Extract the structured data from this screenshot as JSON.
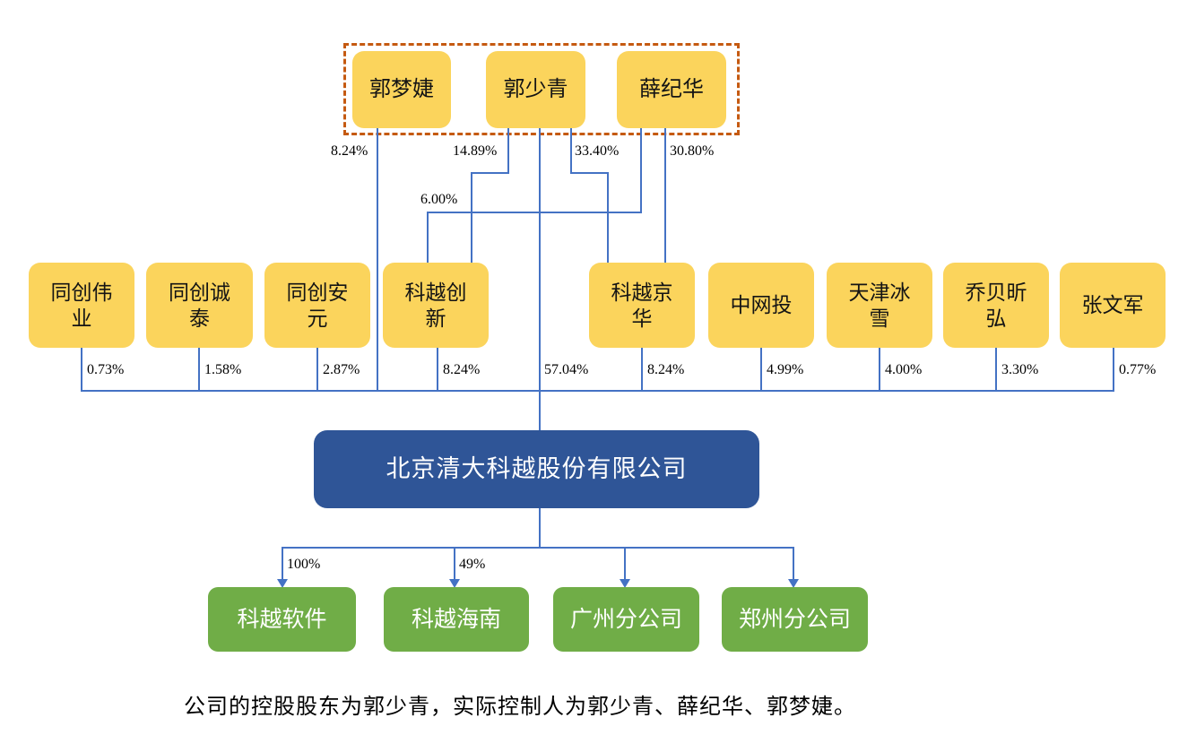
{
  "diagram_type": "equity-ownership-structure",
  "colors": {
    "shareholder_box_yellow": "#FBD45C",
    "company_box_blue": "#2F5597",
    "subsidiary_box_green": "#70AD47",
    "connector_blue": "#4472C4",
    "controller_frame_orange_dashed": "#C55A11",
    "background": "#FFFFFF",
    "text_dark": "#141414",
    "text_light": "#FFFFFF"
  },
  "top_row": [
    "郭梦婕",
    "郭少青",
    "薛纪华"
  ],
  "middle_row": [
    "同创伟业",
    "同创诚泰",
    "同创安元",
    "科越创新",
    "科越京华",
    "中网投",
    "天津冰雪",
    "乔贝昕弘",
    "张文军"
  ],
  "company": "北京清大科越股份有限公司",
  "subsidiaries": [
    "科越软件",
    "科越海南",
    "广州分公司",
    "郑州分公司"
  ],
  "edges": [
    {
      "from": "郭梦婕",
      "to": "北京清大科越股份有限公司",
      "pct": "8.24%"
    },
    {
      "from": "郭少青",
      "to": "科越创新",
      "pct": "14.89%"
    },
    {
      "from": "郭少青",
      "to": "北京清大科越股份有限公司",
      "pct": "57.04%"
    },
    {
      "from": "郭少青",
      "to": "科越京华",
      "pct": "33.40%"
    },
    {
      "from": "薛纪华",
      "to": "科越创新",
      "pct": "6.00%"
    },
    {
      "from": "薛纪华",
      "to": "科越京华",
      "pct": "30.80%"
    },
    {
      "from": "同创伟业",
      "to": "北京清大科越股份有限公司",
      "pct": "0.73%"
    },
    {
      "from": "同创诚泰",
      "to": "北京清大科越股份有限公司",
      "pct": "1.58%"
    },
    {
      "from": "同创安元",
      "to": "北京清大科越股份有限公司",
      "pct": "2.87%"
    },
    {
      "from": "科越创新",
      "to": "北京清大科越股份有限公司",
      "pct": "8.24%"
    },
    {
      "from": "科越京华",
      "to": "北京清大科越股份有限公司",
      "pct": "8.24%"
    },
    {
      "from": "中网投",
      "to": "北京清大科越股份有限公司",
      "pct": "4.99%"
    },
    {
      "from": "天津冰雪",
      "to": "北京清大科越股份有限公司",
      "pct": "4.00%"
    },
    {
      "from": "乔贝昕弘",
      "to": "北京清大科越股份有限公司",
      "pct": "3.30%"
    },
    {
      "from": "张文军",
      "to": "北京清大科越股份有限公司",
      "pct": "0.77%"
    },
    {
      "from": "北京清大科越股份有限公司",
      "to": "科越软件",
      "pct": "100%"
    },
    {
      "from": "北京清大科越股份有限公司",
      "to": "科越海南",
      "pct": "49%"
    },
    {
      "from": "北京清大科越股份有限公司",
      "to": "广州分公司",
      "pct": ""
    },
    {
      "from": "北京清大科越股份有限公司",
      "to": "郑州分公司",
      "pct": ""
    }
  ],
  "footnote": "公司的控股股东为郭少青，实际控制人为郭少青、薛纪华、郭梦婕。"
}
